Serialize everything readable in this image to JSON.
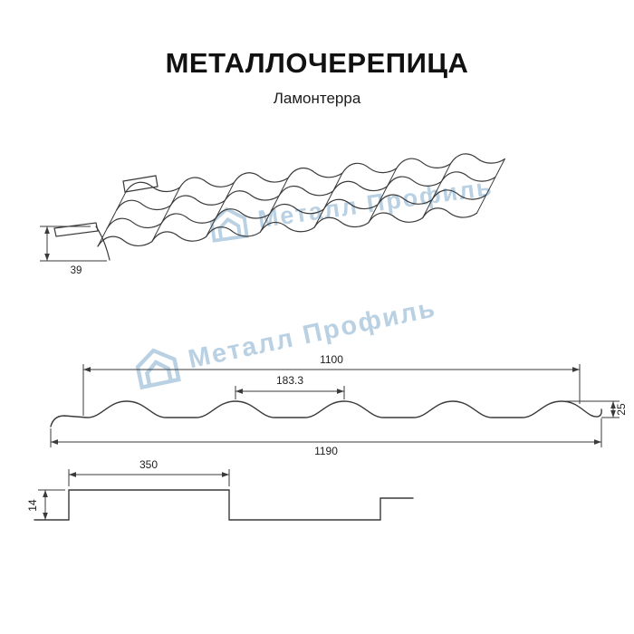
{
  "meta": {
    "title": "МЕТАЛЛОЧЕРЕПИЦА",
    "subtitle": "Ламонтерра"
  },
  "watermark": {
    "text": "Металл Профиль",
    "color": "#b9d1e3"
  },
  "dimensions": {
    "eave_step_height": "39",
    "useful_width": "1100",
    "wave_pitch": "183.3",
    "profile_height": "25",
    "full_width": "1190",
    "module_length": "350",
    "step_height": "14"
  },
  "colors": {
    "line": "#3a3a3a",
    "background": "#ffffff"
  }
}
